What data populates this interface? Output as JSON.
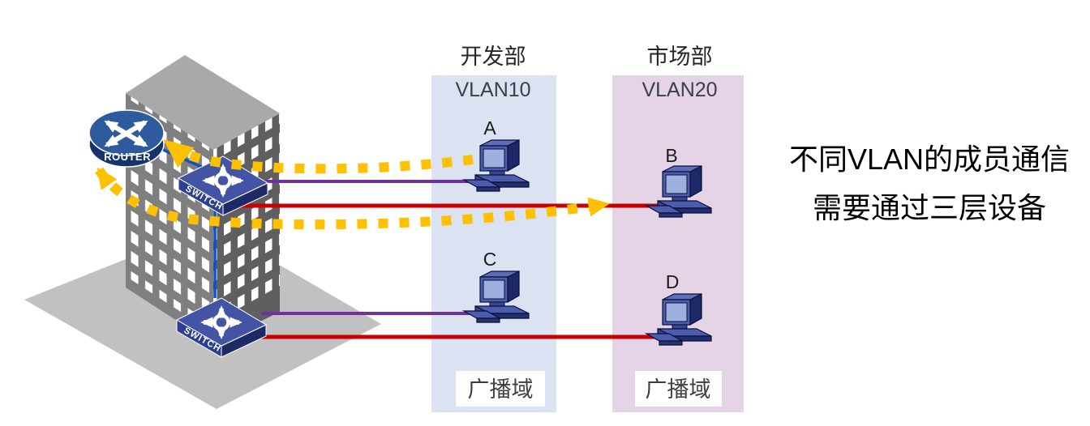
{
  "vlan10": {
    "dept": "开发部",
    "name": "VLAN10",
    "broadcast_label": "广播域",
    "host_top": "A",
    "host_bottom": "C"
  },
  "vlan20": {
    "dept": "市场部",
    "name": "VLAN20",
    "broadcast_label": "广播域",
    "host_top": "B",
    "host_bottom": "D"
  },
  "devices": {
    "router_label": "ROUTER",
    "switch_label": "SWITCH"
  },
  "caption": {
    "line1": "不同VLAN的成员通信",
    "line2": "需要通过三层设备"
  },
  "colors": {
    "vlan10_bg": "#dbe3f2",
    "vlan20_bg": "#e5d3e6",
    "vlan10_link": "#7030a0",
    "vlan20_link": "#c80000",
    "trunk_link": "#0b50d0",
    "flow_arrow": "#ffc000",
    "router_top": "#2e5b9e",
    "router_side": "#16346b",
    "switch_top": "#4254a3",
    "building_wall": "#7f7f7f",
    "building_wall_dark": "#5f5f5f",
    "roof": "#a9a9a9",
    "ground": "#c1c1c1"
  }
}
